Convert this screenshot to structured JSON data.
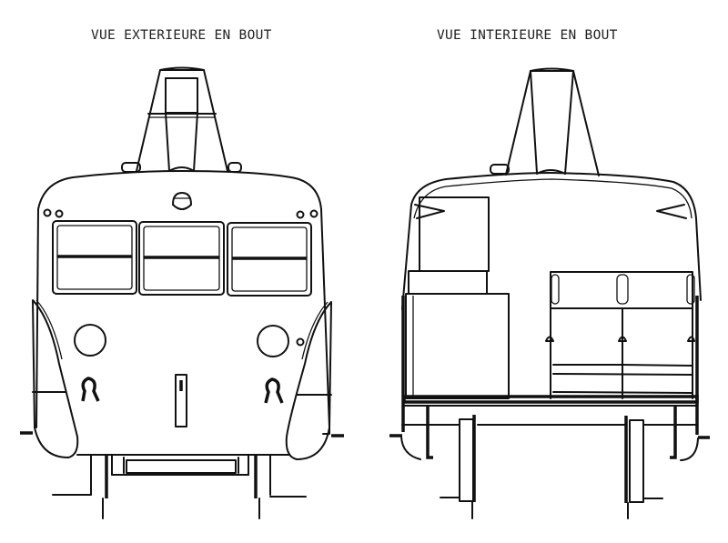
{
  "diagram": {
    "views": [
      {
        "id": "exterior",
        "title": "VUE EXTERIEURE EN BOUT"
      },
      {
        "id": "interior",
        "title": "VUE INTERIEURE EN BOUT"
      }
    ],
    "colors": {
      "line": "#111111",
      "background": "#ffffff"
    }
  }
}
